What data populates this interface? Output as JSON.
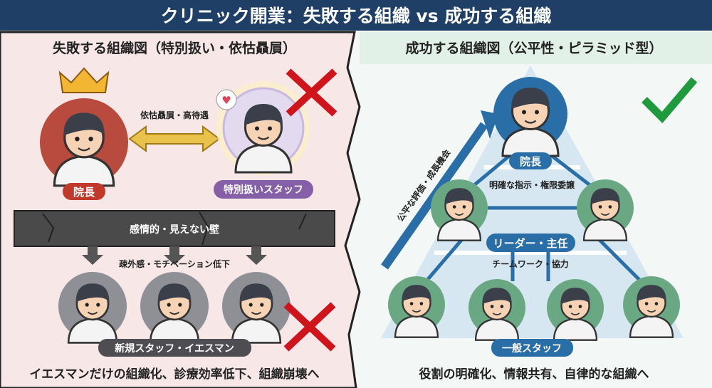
{
  "title": "クリニック開業：失敗する組織 vs 成功する組織",
  "left": {
    "heading": "失敗する組織図（特別扱い・依怙贔屓）",
    "director_label": "院長",
    "favored_staff_label": "特別扱いスタッフ",
    "relation_label": "依怙贔屓・高待遇",
    "wall_label": "感情的・見えない壁",
    "effect_label": "疎外感・モチベーション低下",
    "staff_label": "新規スタッフ・イエスマン",
    "conclusion": "イエスマンだけの組織化、診療効率低下、組織崩壊へ",
    "verdict_icon": "cross-icon"
  },
  "right": {
    "heading": "成功する組織図（公平性・ピラミッド型）",
    "arrow_label": "公平な評価・成長機会",
    "director_label": "院長",
    "director_relation": "明確な指示・権限委譲",
    "leader_label": "リーダー・主任",
    "leader_relation": "チームワーク・協力",
    "staff_label": "一般スタッフ",
    "conclusion": "役割の明確化、情報共有、自律的な組織へ",
    "verdict_icon": "check-icon"
  },
  "colors": {
    "title_bar": "#1f3f66",
    "fail_red": "#d0141b",
    "success_green": "#1f9a3c",
    "pyramid_blue": "#2a6ea8",
    "staff_green": "#6aa884"
  }
}
